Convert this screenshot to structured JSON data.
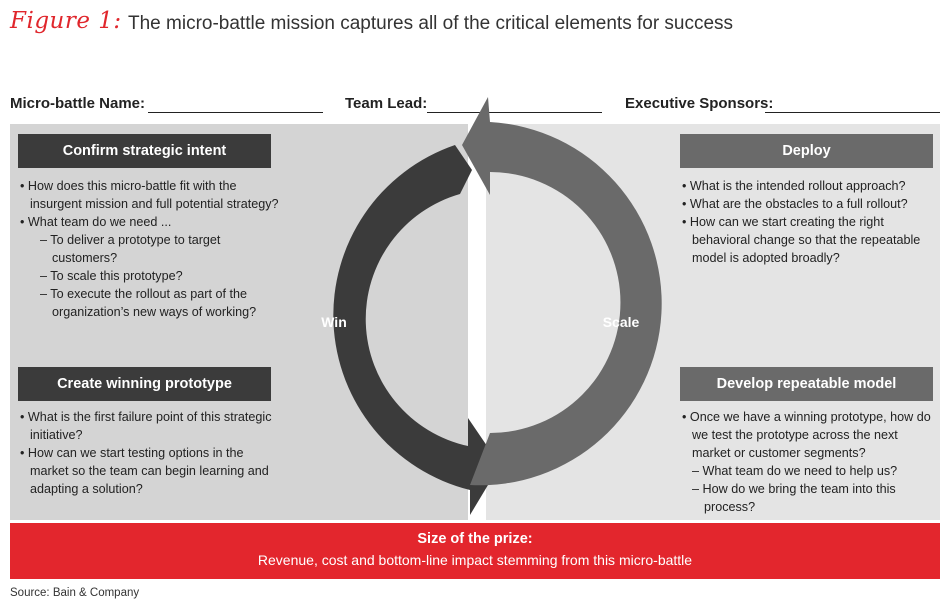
{
  "figure": {
    "label": "Figure 1:",
    "title": "The micro-battle mission captures all of the critical elements for success"
  },
  "fields": [
    {
      "label": "Micro-battle Name:"
    },
    {
      "label": "Team Lead:"
    },
    {
      "label": "Executive Sponsors:"
    }
  ],
  "cycle": {
    "win_label": "Win",
    "scale_label": "Scale"
  },
  "colors": {
    "left_panel": "#d4d4d4",
    "right_panel": "#e4e4e4",
    "win_arrow": "#3b3b3b",
    "scale_arrow": "#6a6a6a",
    "prize_bar": "#e3262d",
    "figure_label": "#e0262c"
  },
  "sections": {
    "confirm": {
      "title": "Confirm strategic intent",
      "bullets": [
        "How does this micro-battle fit with the insurgent mission and full potential strategy?",
        "What team do we need ..."
      ],
      "sub": [
        "To deliver a prototype to target customers?",
        "To scale this prototype?",
        "To execute the rollout as part of the organization’s new ways of working?"
      ]
    },
    "create": {
      "title": "Create winning prototype",
      "bullets": [
        "What is the first failure point of this strategic initiative?",
        "How can we start testing options in the market so the team can begin learning and adapting a solution?"
      ]
    },
    "deploy": {
      "title": "Deploy",
      "bullets": [
        "What is the intended rollout approach?",
        "What are the obstacles to a full rollout?",
        "How can we start creating the right behavioral change so that the repeatable model is adopted broadly?"
      ]
    },
    "develop": {
      "title": "Develop repeatable model",
      "bullets": [
        "Once we have a winning prototype, how do we test the prototype across the next market or customer segments?"
      ],
      "sub": [
        "What team do we need to help us?",
        "How do we bring the team into this process?"
      ]
    }
  },
  "prize": {
    "title": "Size of the prize:",
    "subtitle": "Revenue, cost and bottom-line impact stemming from this micro-battle"
  },
  "source": "Source: Bain & Company"
}
